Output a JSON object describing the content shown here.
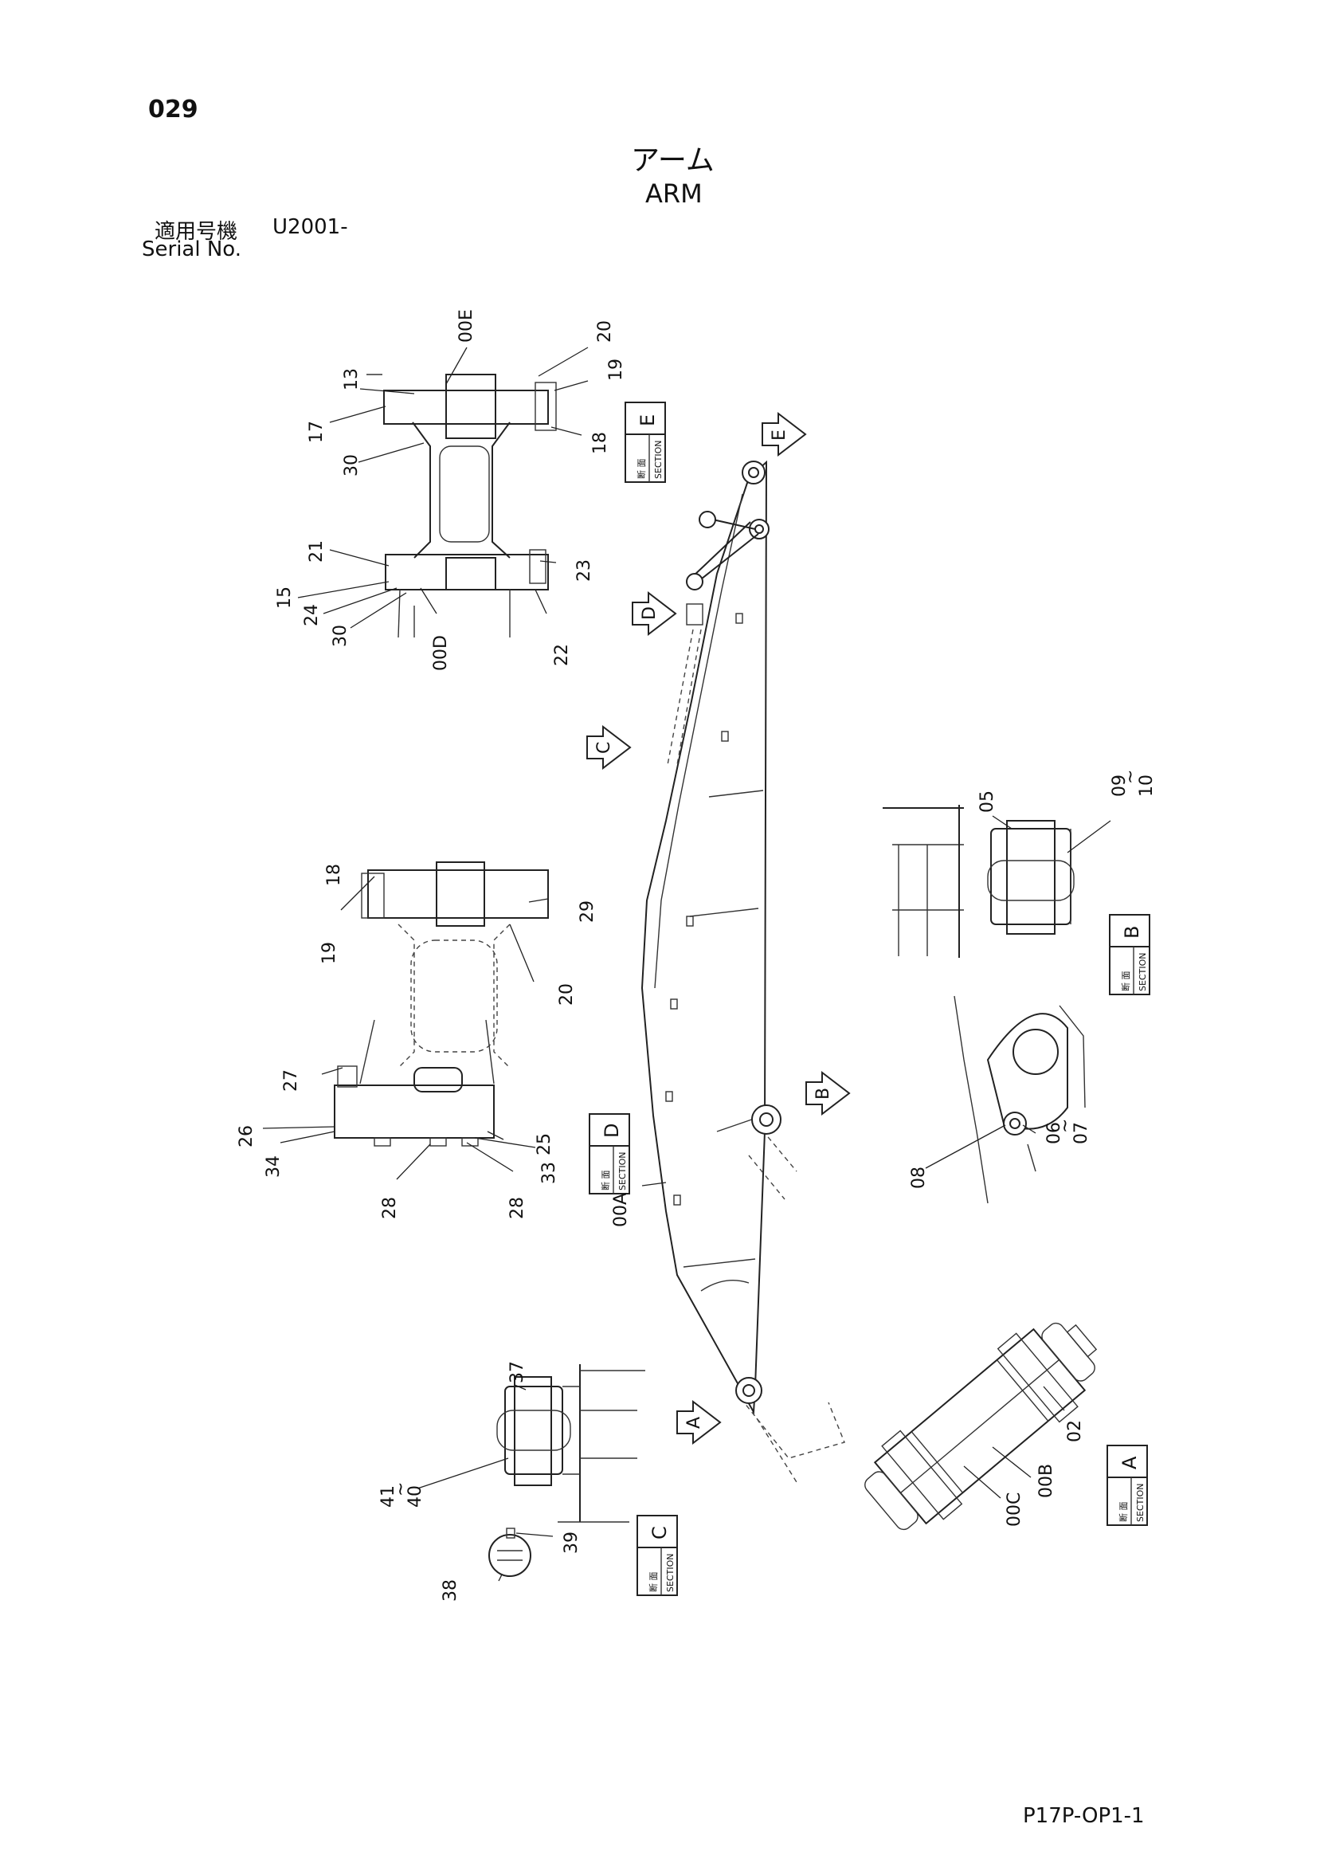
{
  "header": {
    "page_number": "029",
    "title_jp": "アーム",
    "title_en": "ARM",
    "serial_label_jp": "適用号機",
    "serial_value": "U2001-",
    "serial_label_en": "Serial No."
  },
  "footer": {
    "code": "P17P-OP1-1"
  },
  "section_boxes": {
    "jp": "断 面",
    "en": "SECTION",
    "letters": [
      "A",
      "B",
      "C",
      "D",
      "E"
    ]
  },
  "view_markers": [
    "A",
    "B",
    "C",
    "D",
    "E"
  ],
  "part_labels": {
    "p00E": "00E",
    "p20a": "20",
    "p19a": "19",
    "p18a": "18",
    "p13": "13",
    "p17": "17",
    "p30a": "30",
    "p21": "21",
    "p15": "15",
    "p24": "24",
    "p30b": "30",
    "p00D": "00D",
    "p22": "22",
    "p23": "23",
    "p18b": "18",
    "p19b": "19",
    "p29": "29",
    "p20b": "20",
    "p27": "27",
    "p26": "26",
    "p34": "34",
    "p25": "25",
    "p28a": "28",
    "p28b": "28",
    "p33": "33",
    "p00A": "00A",
    "p05": "05",
    "p0910": "09\n~\n10",
    "p08": "08",
    "p0607": "06\n~\n07",
    "p37": "37",
    "p4140": "41\n~\n40",
    "p38": "38",
    "p39": "39",
    "p02": "02",
    "p00B": "00B",
    "p00C": "00C"
  },
  "labels_split": {
    "p0910": [
      "09",
      "~",
      "10"
    ],
    "p0607": [
      "06",
      "~",
      "07"
    ],
    "p4140": [
      "41",
      "~",
      "40"
    ]
  }
}
